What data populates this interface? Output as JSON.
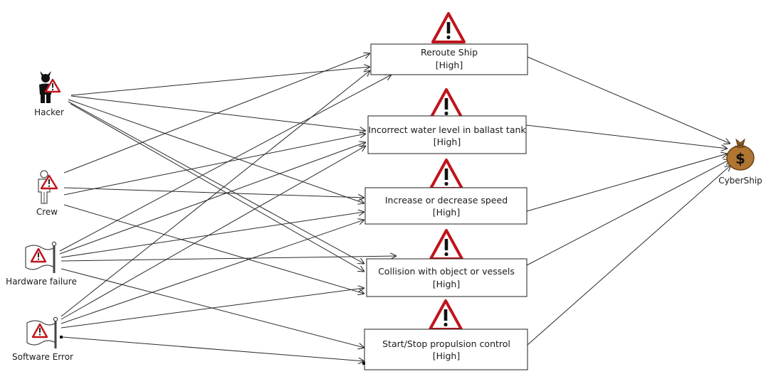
{
  "diagram": {
    "threat_sources": [
      {
        "id": "hacker",
        "label": "Hacker",
        "icon": "hacker-icon"
      },
      {
        "id": "crew",
        "label": "Crew",
        "icon": "crew-person-icon"
      },
      {
        "id": "hardware",
        "label": "Hardware failure",
        "icon": "flag-warning-icon"
      },
      {
        "id": "software",
        "label": "Software Error",
        "icon": "flag-warning-icon"
      }
    ],
    "incidents": [
      {
        "id": "reroute",
        "title": "Reroute Ship",
        "level": "[High]"
      },
      {
        "id": "ballast",
        "title": "Incorrect water level in ballast tank",
        "level": "[High]"
      },
      {
        "id": "speed",
        "title": "Increase or decrease speed",
        "level": "[High]"
      },
      {
        "id": "collision",
        "title": "Collision with object or vessels",
        "level": "[High]"
      },
      {
        "id": "propulsion",
        "title": "Start/Stop propulsion control",
        "level": "[High]"
      }
    ],
    "asset": {
      "id": "cybership",
      "label": "CyberShip",
      "icon": "money-bag-icon"
    },
    "links": [
      {
        "from": "hacker",
        "to": "reroute"
      },
      {
        "from": "hacker",
        "to": "ballast"
      },
      {
        "from": "hacker",
        "to": "speed"
      },
      {
        "from": "hacker",
        "to": "collision"
      },
      {
        "from": "hacker",
        "to": "collision"
      },
      {
        "from": "crew",
        "to": "reroute"
      },
      {
        "from": "crew",
        "to": "ballast"
      },
      {
        "from": "crew",
        "to": "speed"
      },
      {
        "from": "crew",
        "to": "collision"
      },
      {
        "from": "hardware",
        "to": "reroute"
      },
      {
        "from": "hardware",
        "to": "ballast"
      },
      {
        "from": "hardware",
        "to": "speed"
      },
      {
        "from": "hardware",
        "to": "collision"
      },
      {
        "from": "hardware",
        "to": "propulsion"
      },
      {
        "from": "software",
        "to": "reroute"
      },
      {
        "from": "software",
        "to": "ballast"
      },
      {
        "from": "software",
        "to": "speed"
      },
      {
        "from": "software",
        "to": "collision"
      },
      {
        "from": "software",
        "to": "propulsion"
      },
      {
        "from": "reroute",
        "to": "cybership"
      },
      {
        "from": "ballast",
        "to": "cybership"
      },
      {
        "from": "speed",
        "to": "cybership"
      },
      {
        "from": "collision",
        "to": "cybership"
      },
      {
        "from": "propulsion",
        "to": "cybership"
      }
    ],
    "colors": {
      "warning_red": "#c0141b",
      "line": "#2a2a2a",
      "bag_brown": "#a86d2c",
      "box_border": "#222222"
    }
  }
}
